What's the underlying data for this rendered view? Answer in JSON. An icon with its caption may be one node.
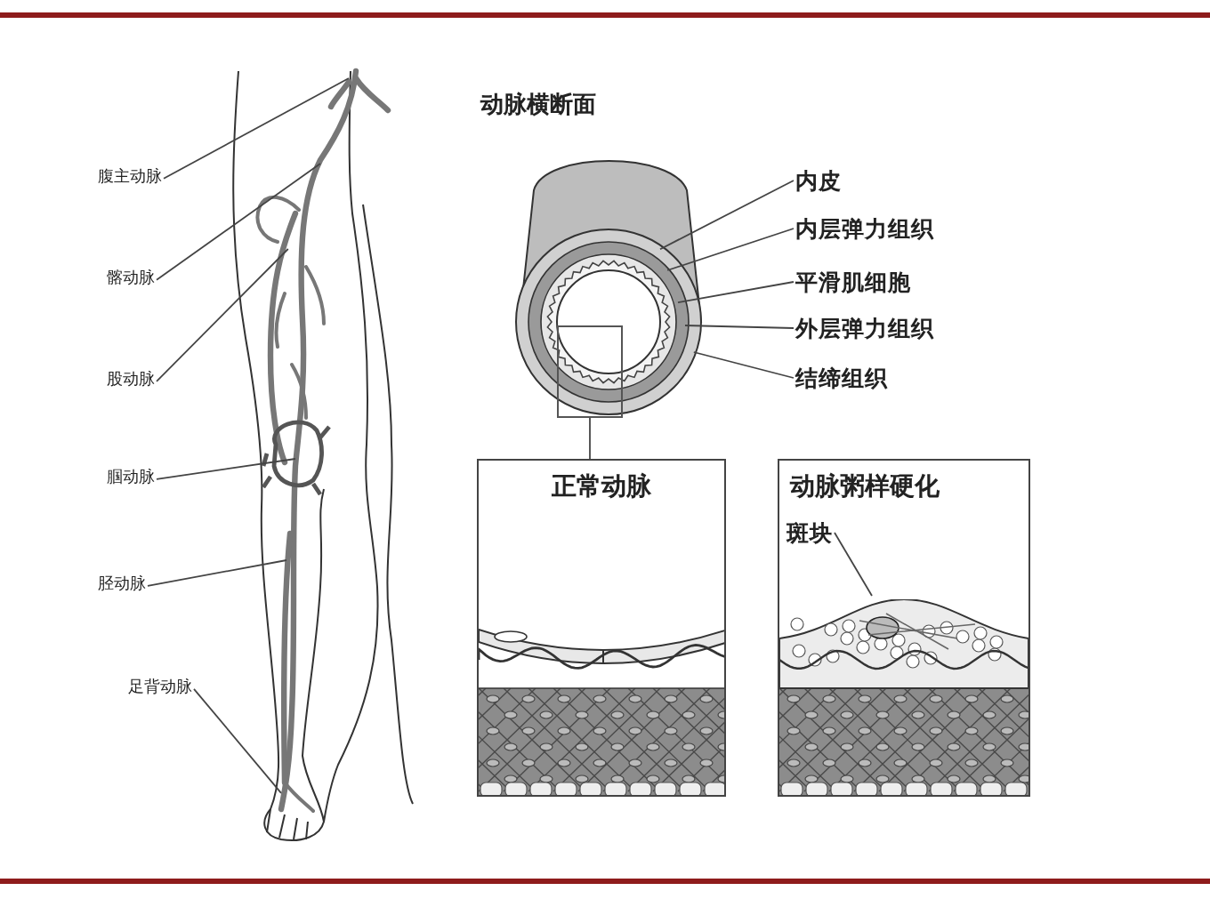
{
  "diagram": {
    "nodes": [
      {
        "text": [
          "腹主动脉"
        ]
      },
      {
        "text": [
          "髂动脉"
        ]
      },
      {
        "text": [
          "股动脉"
        ]
      },
      {
        "text": [
          "腘动脉"
        ]
      },
      {
        "text": [
          "胫动脉"
        ]
      },
      {
        "text": [
          "足背动脉"
        ]
      },
      {
        "text": [],
        "shape": "picture",
        "beside": [
          "动脉横断面"
        ]
      },
      {
        "text": [
          "内皮"
        ]
      },
      {
        "text": [
          "内层弹力组织"
        ]
      },
      {
        "text": [
          "平滑肌细胞"
        ]
      },
      {
        "text": [
          "外层弹力组织"
        ]
      },
      {
        "text": [
          "结缔组织"
        ]
      },
      {
        "text": [],
        "shape": "box",
        "in": 6
      },
      {
        "text": [
          "正常动脉"
        ]
      },
      {
        "text": [
          "动脉粥样硬化"
        ]
      },
      {
        "text": [
          "斑块"
        ],
        "in": 14
      },
      {
        "text": [],
        "shape": "picture"
      }
    ],
    "edges": [
      {
        "from": 0,
        "to": 16,
        "arrow": "none"
      },
      {
        "from": 1,
        "to": 16,
        "arrow": "none"
      },
      {
        "from": 2,
        "to": 16,
        "arrow": "none"
      },
      {
        "from": 3,
        "to": 16,
        "arrow": "none"
      },
      {
        "from": 4,
        "to": 16,
        "arrow": "none"
      },
      {
        "from": 5,
        "to": 16,
        "arrow": "none"
      },
      {
        "from": 7,
        "to": 6,
        "arrow": "none"
      },
      {
        "from": 8,
        "to": 6,
        "arrow": "none"
      },
      {
        "from": 9,
        "to": 6,
        "arrow": "none"
      },
      {
        "from": 10,
        "to": 6,
        "arrow": "none"
      },
      {
        "from": 11,
        "to": 6,
        "arrow": "none"
      },
      {
        "from": 12,
        "to": 13,
        "arrow": "none"
      },
      {
        "from": 15,
        "to": null,
        "arrow": "none"
      }
    ]
  }
}
